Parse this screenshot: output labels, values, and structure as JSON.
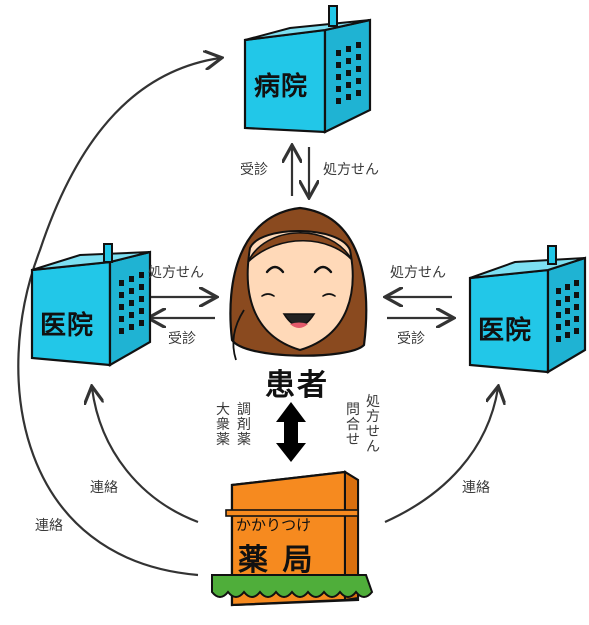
{
  "buildings": {
    "top_hospital": "病院",
    "left_clinic": "医院",
    "right_clinic": "医院"
  },
  "patient": {
    "label": "患者"
  },
  "pharmacy": {
    "line1": "かかりつけ",
    "line2": "薬 局"
  },
  "labels": {
    "top_left": "受診",
    "top_right": "処方せん",
    "left_top": "処方せん",
    "left_bottom": "受診",
    "right_top": "処方せん",
    "right_bottom": "受診",
    "center_left_col1": "大衆薬",
    "center_left_col2": "調剤薬",
    "center_right_col1": "問合せ",
    "center_right_col2": "処方せん",
    "contact_left_inner": "連絡",
    "contact_left_outer": "連絡",
    "contact_right": "連絡"
  },
  "colors": {
    "building": "#22c7e8",
    "building_dark": "#0d6f86",
    "pharmacy": "#f68a1f",
    "awning": "#4fae3a",
    "skin": "#ffd9b8",
    "hair": "#8a4a1f"
  }
}
